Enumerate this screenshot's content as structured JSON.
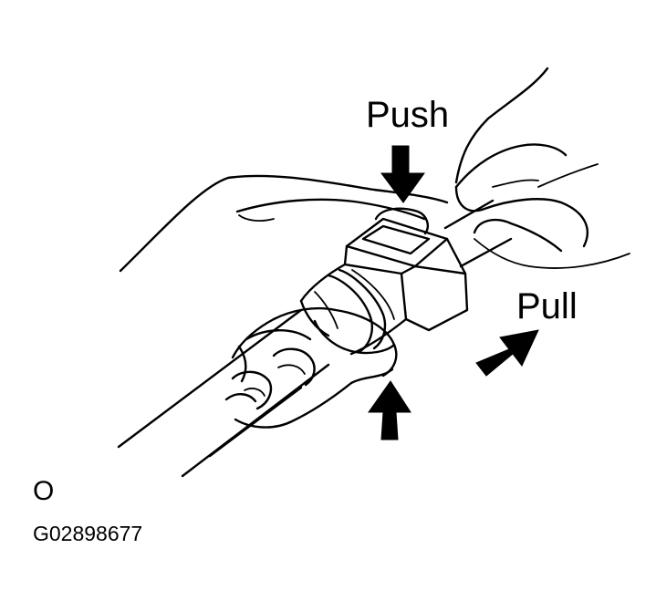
{
  "labels": {
    "push": "Push",
    "pull": "Pull",
    "view": "O",
    "figure_code": "G02898677"
  },
  "illustration": {
    "subject": "connector-disconnect-by-hand",
    "arrows": [
      "push-arrow-down",
      "push-arrow-up",
      "pull-arrow"
    ]
  },
  "colors": {
    "ink": "#000000",
    "paper": "#ffffff"
  }
}
